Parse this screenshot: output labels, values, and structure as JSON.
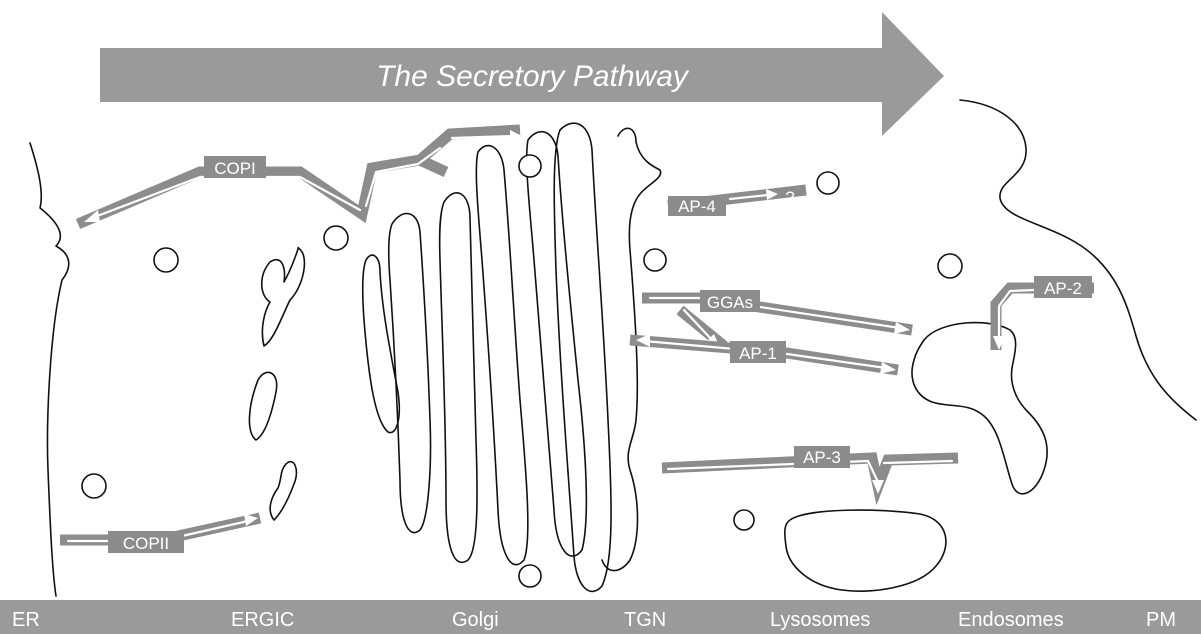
{
  "title": "The Secretory Pathway",
  "compartments": [
    "ER",
    "ERGIC",
    "Golgi",
    "TGN",
    "Lysosomes",
    "Endosomes",
    "PM"
  ],
  "coats": {
    "copi": "COPI",
    "copii": "COPII",
    "ap4": "AP-4",
    "ap4_unknown": "?",
    "ggas": "GGAs",
    "ap1": "AP-1",
    "ap2": "AP-2",
    "ap3": "AP-3"
  },
  "colors": {
    "band_gray": "#8c8c8c",
    "outline": "#111111",
    "background": "#ffffff"
  }
}
